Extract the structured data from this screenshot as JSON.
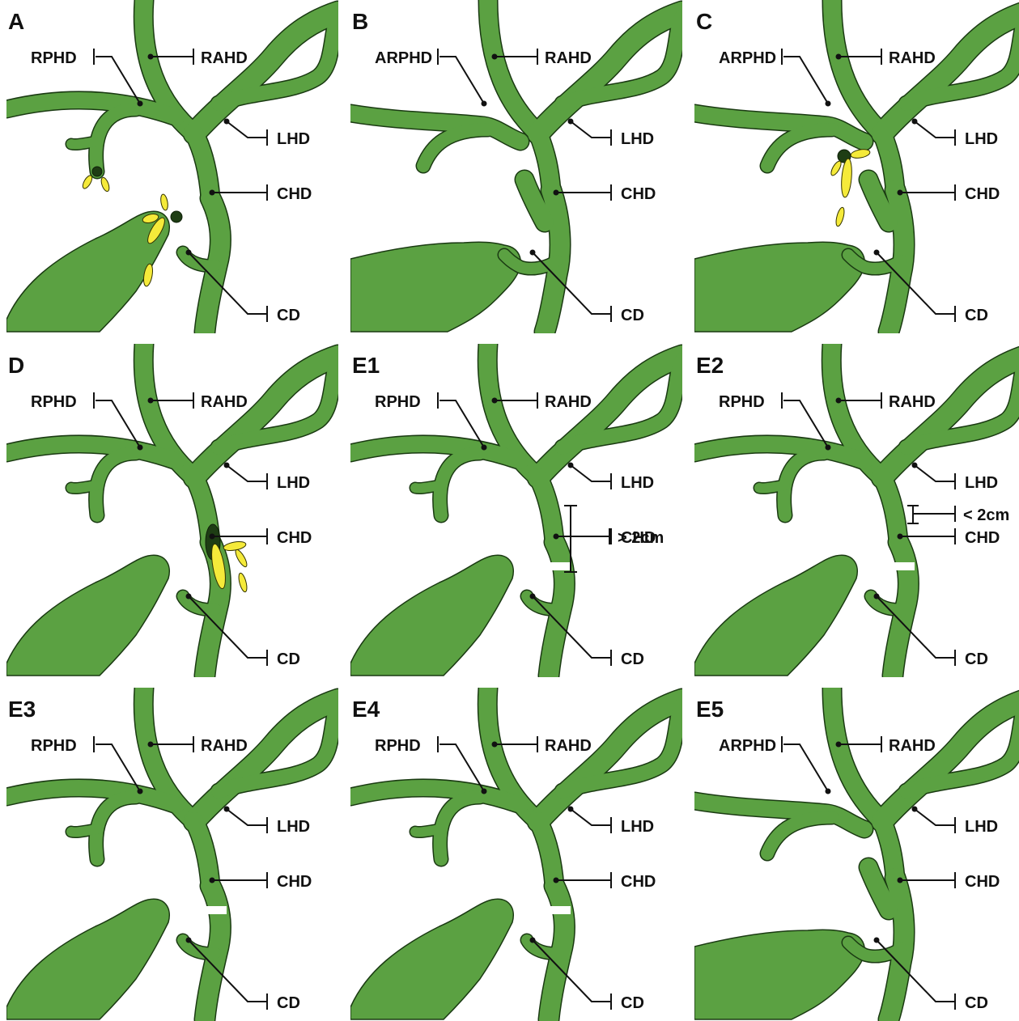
{
  "colors": {
    "duct_fill": "#5ba142",
    "duct_outline": "#1a3a12",
    "bile": "#f5ea3a",
    "leak_site": "#1e3d14",
    "text": "#111111",
    "background": "#ffffff"
  },
  "panels": [
    {
      "id": "A",
      "title": "A",
      "duct_labels": [
        "RPHD",
        "RAHD",
        "LHD",
        "CHD",
        "CD"
      ]
    },
    {
      "id": "B",
      "title": "B",
      "duct_labels": [
        "ARPHD",
        "RAHD",
        "LHD",
        "CHD",
        "CD"
      ]
    },
    {
      "id": "C",
      "title": "C",
      "duct_labels": [
        "ARPHD",
        "RAHD",
        "LHD",
        "CHD",
        "CD"
      ]
    },
    {
      "id": "D",
      "title": "D",
      "duct_labels": [
        "RPHD",
        "RAHD",
        "LHD",
        "CHD",
        "CD"
      ]
    },
    {
      "id": "E1",
      "title": "E1",
      "duct_labels": [
        "RPHD",
        "RAHD",
        "LHD",
        "CHD",
        "CD"
      ],
      "measure": "> 2cm"
    },
    {
      "id": "E2",
      "title": "E2",
      "duct_labels": [
        "RPHD",
        "RAHD",
        "LHD",
        "CHD",
        "CD"
      ],
      "measure": "< 2cm"
    },
    {
      "id": "E3",
      "title": "E3",
      "duct_labels": [
        "RPHD",
        "RAHD",
        "LHD",
        "CHD",
        "CD"
      ]
    },
    {
      "id": "E4",
      "title": "E4",
      "duct_labels": [
        "RPHD",
        "RAHD",
        "LHD",
        "CHD",
        "CD"
      ]
    },
    {
      "id": "E5",
      "title": "E5",
      "duct_labels": [
        "ARPHD",
        "RAHD",
        "LHD",
        "CHD",
        "CD"
      ]
    }
  ]
}
